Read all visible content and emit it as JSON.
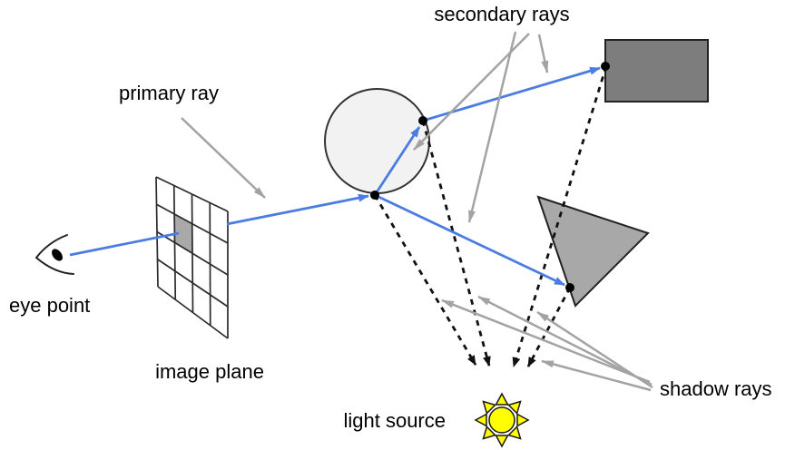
{
  "diagram_type": "ray tracing schematic",
  "labels": {
    "secondary_rays": "secondary rays",
    "primary_ray": "primary ray",
    "eye_point": "eye point",
    "image_plane": "image plane",
    "light_source": "light source",
    "shadow_rays": "shadow rays"
  },
  "colors": {
    "background": "#ffffff",
    "ray_blue": "#4b7ce2",
    "annotation_gray": "#a3a3a3",
    "shadow_ray_black": "#111111",
    "sphere_fill": "#f2f2f2",
    "rectangle_fill": "#7d7d7d",
    "triangle_fill": "#a8a8a8",
    "pixel_fill": "#a9a9a9",
    "sun_yellow": "#ffff00",
    "text_black": "#000000"
  },
  "objects": [
    "eye point",
    "image plane (4x4 pixel grid, one shaded pixel)",
    "sphere",
    "rectangle",
    "triangle",
    "light source (sun)"
  ],
  "rays": {
    "primary": "eye point through image-plane pixel to sphere",
    "secondary": [
      "sphere entry point up through sphere to exit point",
      "sphere exit point to rectangle",
      "sphere entry point to triangle"
    ],
    "shadow": [
      "sphere entry point to light source",
      "sphere exit point to light source",
      "rectangle hit point to light source",
      "triangle hit point to light source"
    ]
  },
  "icons": [
    "eye-icon",
    "sun-icon"
  ]
}
